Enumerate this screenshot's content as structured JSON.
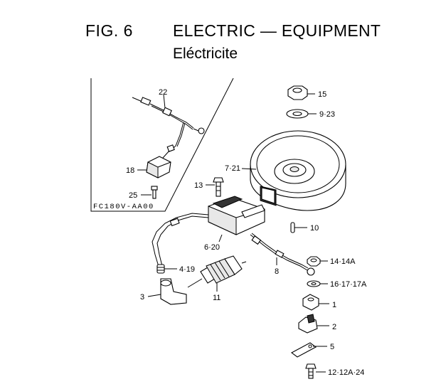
{
  "header": {
    "fig_label": "FIG.  6",
    "title": "ELECTRIC — EQUIPMENT",
    "subtitle": "Eléctricite"
  },
  "inset": {
    "code": "FC180V-AA00"
  },
  "callouts": {
    "c22": "22",
    "c18": "18",
    "c25": "25",
    "c15": "15",
    "c9_23": "9·23",
    "c7_21": "7·21",
    "c13": "13",
    "c10": "10",
    "c6_20": "6·20",
    "c8": "8",
    "c4_19": "4·19",
    "c3": "3",
    "c11": "11",
    "c14_14a": "14·14A",
    "c16_17_17a": "16·17·17A",
    "c1": "1",
    "c2": "2",
    "c5": "5",
    "c12_12a_24": "12·12A·24"
  }
}
